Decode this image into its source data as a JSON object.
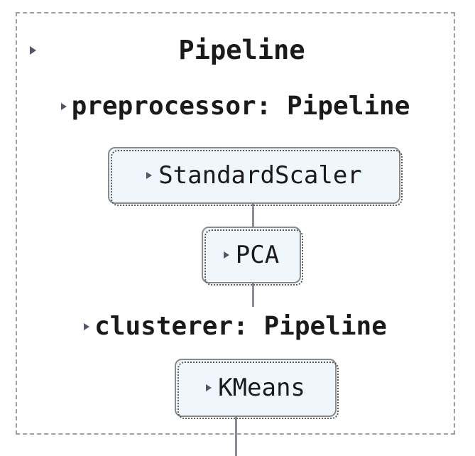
{
  "diagram": {
    "type": "sklearn-pipeline-repr",
    "root": {
      "name": "pipeline-root",
      "label": "Pipeline",
      "toggle_icon": "triangle-right-icon"
    },
    "sections": [
      {
        "id": "preprocessor",
        "label": "preprocessor: Pipeline",
        "toggle_icon": "triangle-right-icon"
      },
      {
        "id": "clusterer",
        "label": "clusterer: Pipeline",
        "toggle_icon": "triangle-right-icon"
      }
    ],
    "estimators": [
      {
        "id": "standardscaler",
        "label": "StandardScaler",
        "section": "preprocessor",
        "toggle_icon": "triangle-right-icon"
      },
      {
        "id": "pca",
        "label": "PCA",
        "section": "preprocessor",
        "toggle_icon": "triangle-right-icon"
      },
      {
        "id": "kmeans",
        "label": "KMeans",
        "section": "clusterer",
        "toggle_icon": "triangle-right-icon"
      }
    ],
    "connectors": [
      {
        "id": "scaler-to-pca",
        "from": "standardscaler",
        "to": "pca"
      },
      {
        "id": "pca-down",
        "from": "pca",
        "to": "clusterer"
      },
      {
        "id": "kmeans-out",
        "from": "kmeans",
        "to": "output"
      }
    ],
    "colors": {
      "box_fill": "#eff7fd",
      "box_border": "#8a8a8a",
      "box_shadow_border": "#5a5a5a",
      "container_border": "#a0a0a0",
      "connector": "#888f96",
      "text": "#1a1a1a",
      "toggle_arrow": "#555566",
      "background": "#ffffff"
    }
  }
}
